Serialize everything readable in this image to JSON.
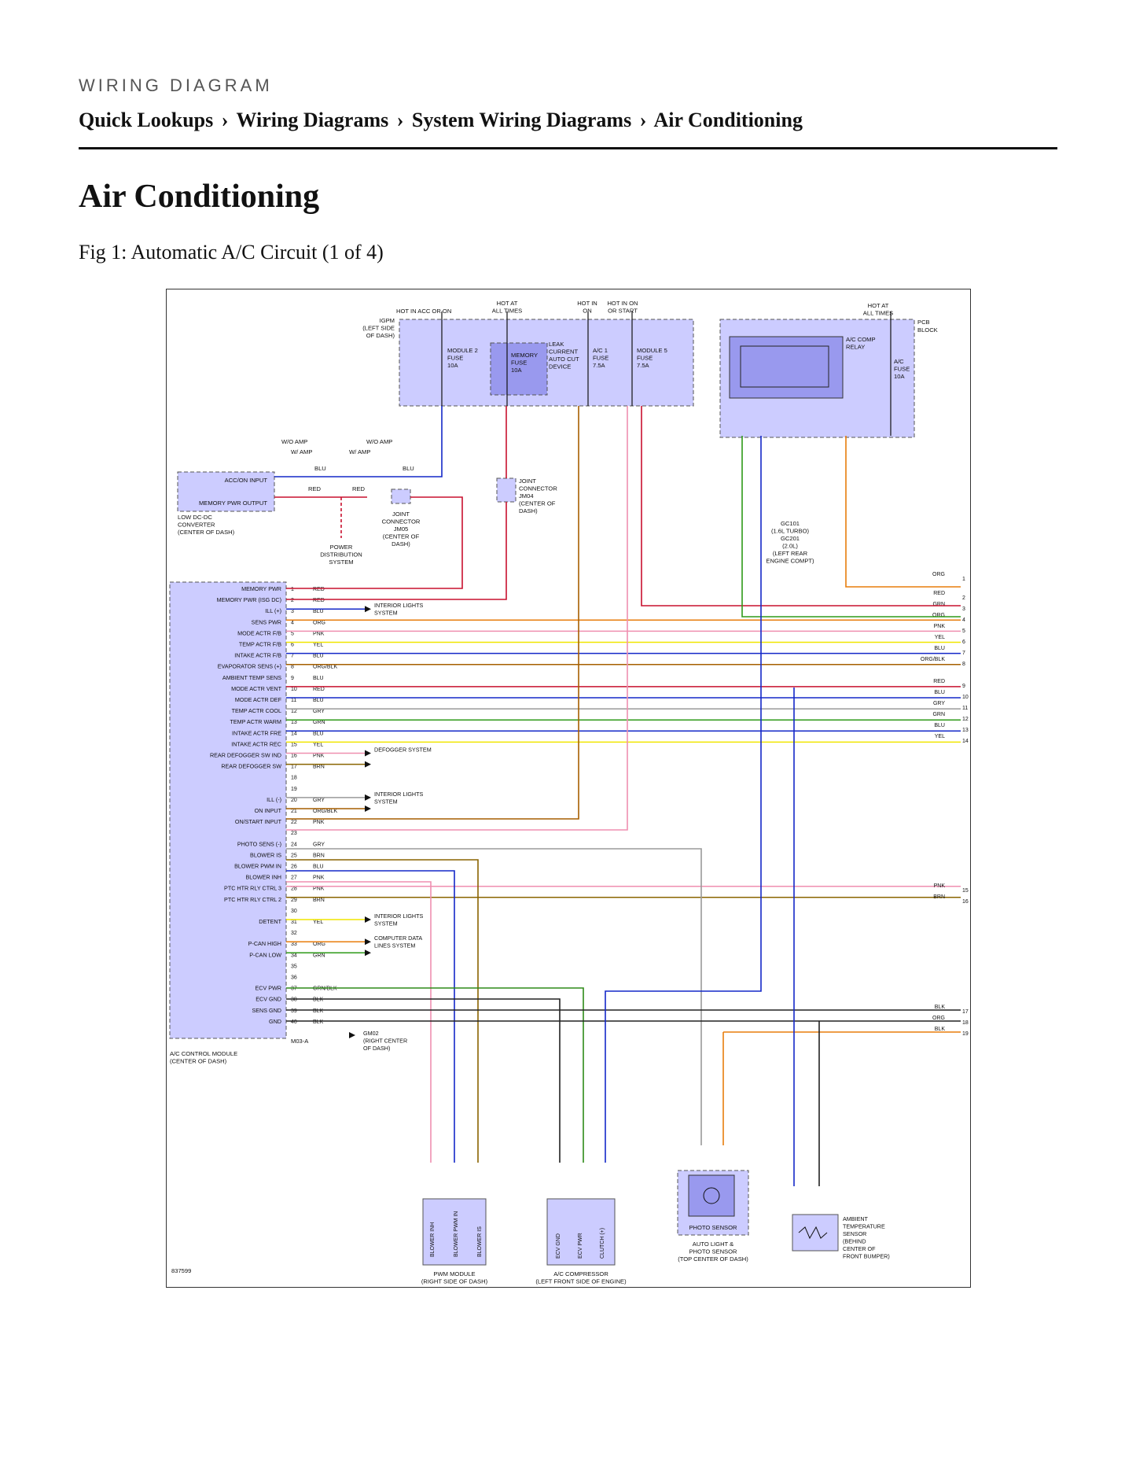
{
  "header": {
    "kicker": "WIRING DIAGRAM",
    "breadcrumb": [
      "Quick Lookups",
      "Wiring Diagrams",
      "System Wiring Diagrams",
      "Air Conditioning"
    ],
    "separator": "›"
  },
  "page_title": "Air Conditioning",
  "figure_caption": "Fig 1: Automatic A/C Circuit (1 of 4)",
  "diagram": {
    "figure_id": "837599",
    "supply_labels": {
      "hot_acc_on": "HOT IN ACC OR ON",
      "hot_at_all_times_1": "HOT AT ALL TIMES",
      "hot_in_on": "HOT IN ON",
      "hot_on_start": "HOT IN ON OR START",
      "hot_at_all_times_2": "HOT AT ALL TIMES"
    },
    "igpm": "IGPM (LEFT SIDE OF DASH)",
    "pcb": "PCB BLOCK",
    "fuses": {
      "module2": "MODULE 2 FUSE 10A",
      "memory": "MEMORY FUSE 10A",
      "leak": "LEAK CURRENT AUTO CUT DEVICE",
      "ac1": "A/C 1 FUSE 7.5A",
      "module5": "MODULE 5 FUSE 7.5A",
      "ac_comp_relay": "A/C COMP RELAY",
      "ac_fuse": "A/C FUSE 10A"
    },
    "converter": {
      "acc_on_input": "ACC/ON INPUT",
      "memory_pwr_output": "MEMORY PWR OUTPUT",
      "label": "LOW DC-DC CONVERTER (CENTER OF DASH)"
    },
    "junctions": {
      "jm05": "JOINT CONNECTOR JM05 (CENTER OF DASH)",
      "jm04": "JOINT CONNECTOR JM04 (CENTER OF DASH)",
      "power_dist": "POWER DISTRIBUTION SYSTEM",
      "ground_gc": "GC101 (1.6L TURBO) GC201 (2.0L) (LEFT REAR ENGINE COMPT)",
      "gm02": "GM02 (RIGHT CENTER OF DASH)"
    },
    "amp_labels": {
      "wo_amp": "W/O AMP",
      "w_amp": "W/ AMP"
    },
    "module": {
      "name": "A/C CONTROL MODULE (CENTER OF DASH)",
      "connector": "M03-A",
      "pins": [
        {
          "pin": "1",
          "label": "MEMORY PWR",
          "color": "RED"
        },
        {
          "pin": "2",
          "label": "MEMORY PWR (ISG DC)",
          "color": "RED"
        },
        {
          "pin": "3",
          "label": "ILL (+)",
          "color": "BLU"
        },
        {
          "pin": "4",
          "label": "SENS PWR",
          "color": "ORG"
        },
        {
          "pin": "5",
          "label": "MODE ACTR F/B",
          "color": "PNK"
        },
        {
          "pin": "6",
          "label": "TEMP ACTR F/B",
          "color": "YEL"
        },
        {
          "pin": "7",
          "label": "INTAKE ACTR F/B",
          "color": "BLU"
        },
        {
          "pin": "8",
          "label": "EVAPORATOR SENS (+)",
          "color": "ORG/BLK"
        },
        {
          "pin": "9",
          "label": "AMBIENT TEMP SENS",
          "color": "BLU"
        },
        {
          "pin": "10",
          "label": "MODE ACTR VENT",
          "color": "RED"
        },
        {
          "pin": "11",
          "label": "MODE ACTR DEF",
          "color": "BLU"
        },
        {
          "pin": "12",
          "label": "TEMP ACTR COOL",
          "color": "GRY"
        },
        {
          "pin": "13",
          "label": "TEMP ACTR WARM",
          "color": "GRN"
        },
        {
          "pin": "14",
          "label": "INTAKE ACTR FRE",
          "color": "BLU"
        },
        {
          "pin": "15",
          "label": "INTAKE ACTR REC",
          "color": "YEL"
        },
        {
          "pin": "16",
          "label": "REAR DEFOGGER SW IND",
          "color": "PNK"
        },
        {
          "pin": "17",
          "label": "REAR DEFOGGER SW",
          "color": "BRN"
        },
        {
          "pin": "18",
          "label": "",
          "color": ""
        },
        {
          "pin": "19",
          "label": "",
          "color": ""
        },
        {
          "pin": "20",
          "label": "ILL (-)",
          "color": "GRY"
        },
        {
          "pin": "21",
          "label": "ON INPUT",
          "color": "ORG/BLK"
        },
        {
          "pin": "22",
          "label": "ON/START INPUT",
          "color": "PNK"
        },
        {
          "pin": "23",
          "label": "",
          "color": ""
        },
        {
          "pin": "24",
          "label": "PHOTO SENS (-)",
          "color": "GRY"
        },
        {
          "pin": "25",
          "label": "BLOWER IS",
          "color": "BRN"
        },
        {
          "pin": "26",
          "label": "BLOWER PWM IN",
          "color": "BLU"
        },
        {
          "pin": "27",
          "label": "BLOWER INH",
          "color": "PNK"
        },
        {
          "pin": "28",
          "label": "PTC HTR RLY CTRL 3",
          "color": "PNK"
        },
        {
          "pin": "29",
          "label": "PTC HTR RLY CTRL 2",
          "color": "BRN"
        },
        {
          "pin": "30",
          "label": "",
          "color": ""
        },
        {
          "pin": "31",
          "label": "DETENT",
          "color": "YEL"
        },
        {
          "pin": "32",
          "label": "",
          "color": ""
        },
        {
          "pin": "33",
          "label": "P-CAN HIGH",
          "color": "ORG"
        },
        {
          "pin": "34",
          "label": "P-CAN LOW",
          "color": "GRN"
        },
        {
          "pin": "35",
          "label": "",
          "color": ""
        },
        {
          "pin": "36",
          "label": "",
          "color": ""
        },
        {
          "pin": "37",
          "label": "ECV PWR",
          "color": "GRN/BLK"
        },
        {
          "pin": "38",
          "label": "ECV GND",
          "color": "BLK"
        },
        {
          "pin": "39",
          "label": "SENS GND",
          "color": "BLK"
        },
        {
          "pin": "40",
          "label": "GND",
          "color": "BLK"
        }
      ]
    },
    "right_refs": [
      {
        "num": "1",
        "color": "ORG"
      },
      {
        "num": "2",
        "color": "RED"
      },
      {
        "num": "3",
        "color": "GRN"
      },
      {
        "num": "4",
        "color": "ORG"
      },
      {
        "num": "5",
        "color": "PNK"
      },
      {
        "num": "6",
        "color": "YEL"
      },
      {
        "num": "7",
        "color": "BLU"
      },
      {
        "num": "8",
        "color": "ORG/BLK"
      },
      {
        "num": "9",
        "color": "RED"
      },
      {
        "num": "10",
        "color": "BLU"
      },
      {
        "num": "11",
        "color": "GRY"
      },
      {
        "num": "12",
        "color": "GRN"
      },
      {
        "num": "13",
        "color": "BLU"
      },
      {
        "num": "14",
        "color": "YEL"
      },
      {
        "num": "15",
        "color": "PNK"
      },
      {
        "num": "16",
        "color": "BRN"
      },
      {
        "num": "17",
        "color": "BLK"
      },
      {
        "num": "18",
        "color": "ORG"
      },
      {
        "num": "19",
        "color": "BLK"
      }
    ],
    "system_refs": {
      "interior_lights": "INTERIOR LIGHTS SYSTEM",
      "defogger": "DEFOGGER SYSTEM",
      "computer_data": "COMPUTER DATA LINES SYSTEM"
    },
    "components": {
      "pwm_module": "PWM MODULE (RIGHT SIDE OF DASH)",
      "pwm_pins": [
        "BLOWER INH",
        "BLOWER PWM IN",
        "BLOWER IS"
      ],
      "compressor": "A/C COMPRESSOR (LEFT FRONT SIDE OF ENGINE)",
      "comp_pins": [
        "ECV GND",
        "ECV PWR",
        "CLUTCH (+)"
      ],
      "photo_sensor": "PHOTO SENSOR",
      "photo_label": "AUTO LIGHT & PHOTO SENSOR (TOP CENTER OF DASH)",
      "ambient": "AMBIENT TEMPERATURE SENSOR (BEHIND CENTER OF FRONT BUMPER)"
    },
    "wire_colors": {
      "RED": "#c8102e",
      "BLU": "#1428c8",
      "ORG": "#e87d0c",
      "PNK": "#ef8fb0",
      "YEL": "#f0e600",
      "ORG/BLK": "#a65f00",
      "GRY": "#9a9a9a",
      "GRN": "#2e9a18",
      "BRN": "#8a6400",
      "GRN/BLK": "#2e8a18",
      "BLK": "#222222",
      "BLU/BLK": "#1a1a80"
    }
  }
}
